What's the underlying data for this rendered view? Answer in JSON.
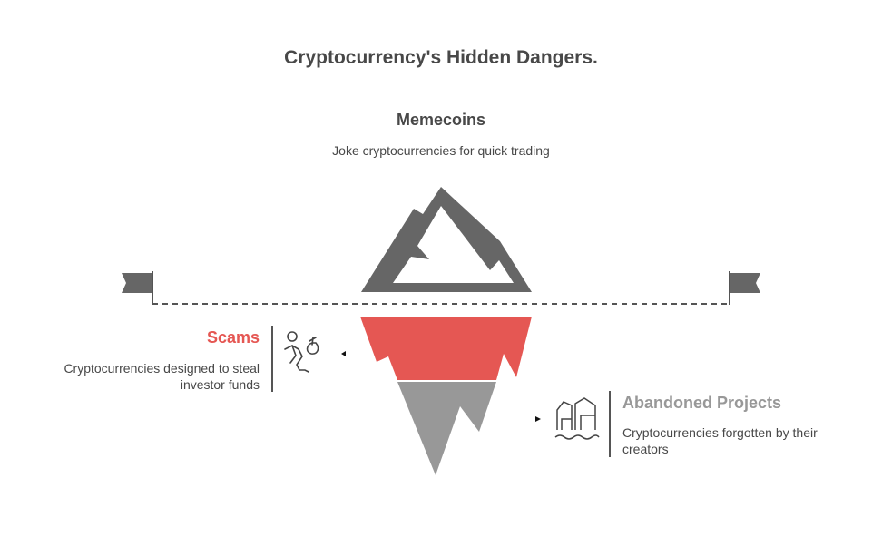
{
  "title": "Cryptocurrency's Hidden Dangers.",
  "colors": {
    "dark": "#666666",
    "red": "#E55753",
    "gray": "#989898",
    "text": "#484848"
  },
  "layers": [
    {
      "name": "Memecoins",
      "description": "Joke cryptocurrencies for quick trading",
      "color": "#484848"
    },
    {
      "name": "Scams",
      "description": "Cryptocurrencies designed to steal investor funds",
      "color": "#E55753",
      "icon": "thief-with-bag-icon"
    },
    {
      "name": "Abandoned Projects",
      "description": "Cryptocurrencies forgotten by their creators",
      "color": "#989898",
      "icon": "flooded-buildings-icon"
    }
  ]
}
